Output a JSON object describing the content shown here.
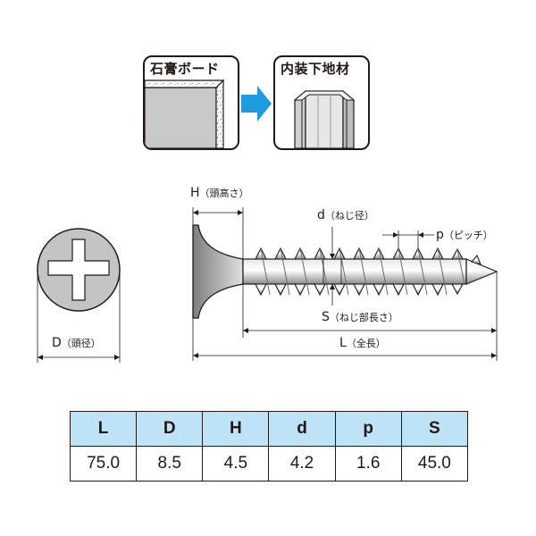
{
  "install": {
    "from_label": "石膏ボード",
    "to_label": "内装下地材",
    "arrow_color": "#1e9be0"
  },
  "dimensions": {
    "H": {
      "symbol": "H",
      "desc": "（頭高さ）"
    },
    "d": {
      "symbol": "d",
      "desc": "（ねじ径）"
    },
    "p": {
      "symbol": "p",
      "desc": "（ピッチ）"
    },
    "S": {
      "symbol": "S",
      "desc": "（ねじ部長さ）"
    },
    "L": {
      "symbol": "L",
      "desc": "（全長）"
    },
    "D": {
      "symbol": "D",
      "desc": "（頭径）"
    }
  },
  "spec_table": {
    "header_color": "#bfe3f6",
    "headers": [
      "L",
      "D",
      "H",
      "d",
      "p",
      "S"
    ],
    "values": [
      "75.0",
      "8.5",
      "4.5",
      "4.2",
      "1.6",
      "45.0"
    ]
  }
}
